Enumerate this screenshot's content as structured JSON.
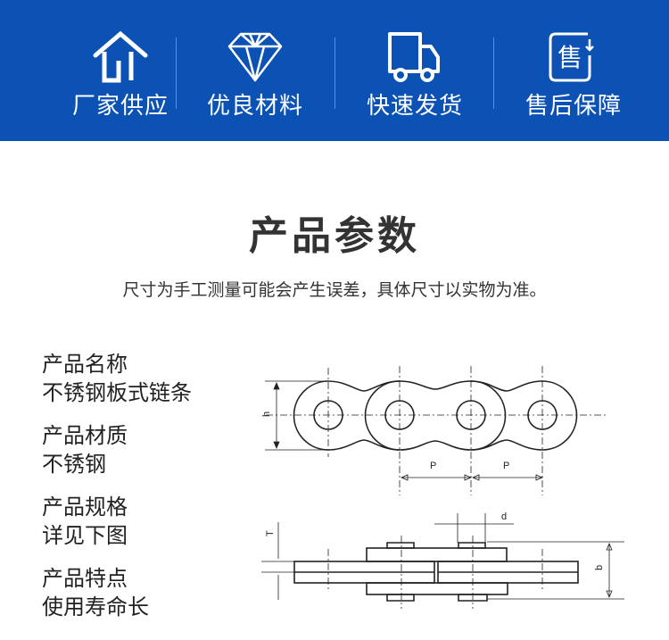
{
  "banner": {
    "color": "#0b52b4",
    "features": [
      {
        "icon": "house-icon",
        "label": "厂家供应"
      },
      {
        "icon": "diamond-icon",
        "label": "优良材料"
      },
      {
        "icon": "truck-icon",
        "label": "快速发货"
      },
      {
        "icon": "after-sales-icon",
        "label": "售后保障",
        "icon_text": "售"
      }
    ]
  },
  "section": {
    "title": "产品参数",
    "subtitle": "尺寸为手工测量可能会产生误差，具体尺寸以实物为准。"
  },
  "specs": [
    {
      "label": "产品名称",
      "value": "不锈钢板式链条"
    },
    {
      "label": "产品材质",
      "value": "不锈钢"
    },
    {
      "label": "产品规格",
      "value": "详见下图"
    },
    {
      "label": "产品特点",
      "value": "使用寿命长"
    }
  ],
  "diagram": {
    "labels": {
      "h": "h",
      "p1": "P",
      "p2": "P",
      "d": "d",
      "t": "T",
      "b": "b"
    }
  }
}
